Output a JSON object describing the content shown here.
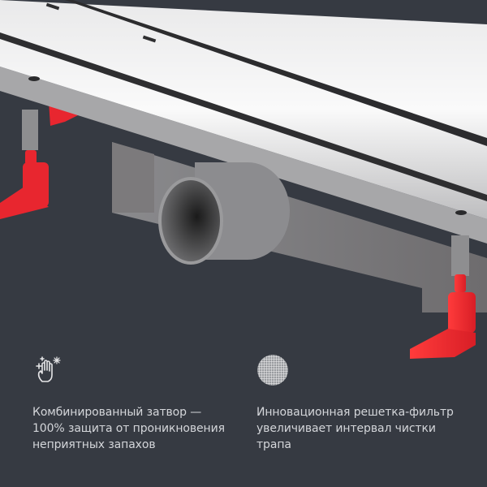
{
  "features": [
    {
      "icon": "hand-sparkle-icon",
      "lines": [
        "Комбинированный затвор —",
        "100% защита от проникновения",
        "неприятных запахов"
      ]
    },
    {
      "icon": "mesh-filter-icon",
      "lines": [
        "Инновационная решетка-фильтр",
        "увеличивает интервал чистки",
        "трапа"
      ]
    }
  ],
  "colors": {
    "background": "#363a42",
    "accent_red": "#e8262f",
    "metal": "#c9c9cb",
    "text": "#d4d6da"
  }
}
